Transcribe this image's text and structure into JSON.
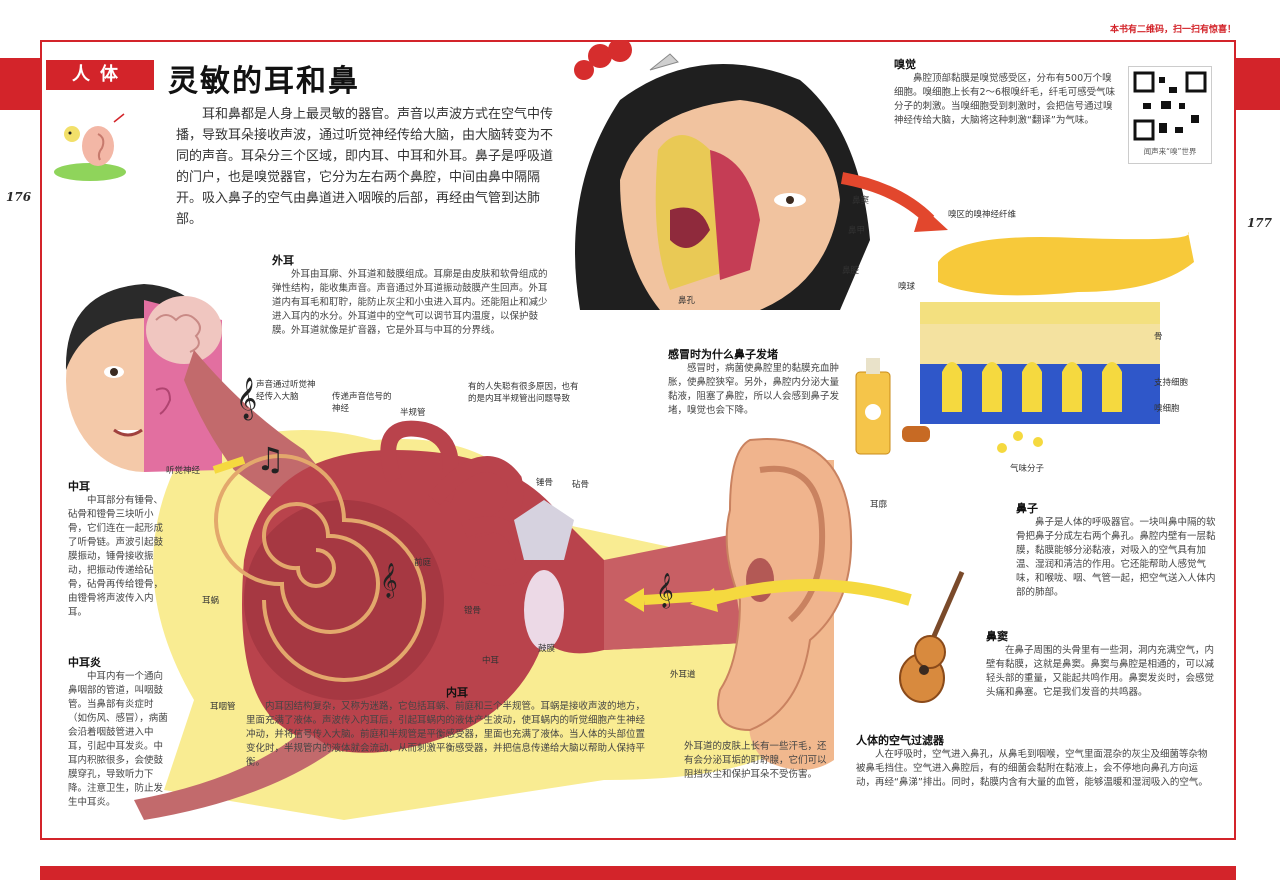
{
  "top_note": "本书有二维码，扫一扫有惊喜！",
  "page_left": "176",
  "page_right": "177",
  "category": "人体",
  "title": "灵敏的耳和鼻",
  "intro": "耳和鼻都是人身上最灵敏的器官。声音以声波方式在空气中传播，导致耳朵接收声波，通过听觉神经传给大脑，由大脑转变为不同的声音。耳朵分三个区域，即内耳、中耳和外耳。鼻子是呼吸道的门户，也是嗅觉器官，它分为左右两个鼻腔，中间由鼻中隔隔开。吸入鼻子的空气由鼻道进入咽喉的后部，再经由气管到达肺部。",
  "qr_caption": "闻声来“嗅”世界",
  "sections": {
    "outer_ear": {
      "heading": "外耳",
      "text": "外耳由耳廓、外耳道和鼓膜组成。耳廓是由皮肤和软骨组成的弹性结构，能收集声音。声音通过外耳道振动鼓膜产生回声。外耳道内有耳毛和耵聍，能防止灰尘和小虫进入耳内。还能阻止和减少进入耳内的水分。外耳道中的空气可以调节耳内温度，以保护鼓膜。外耳道就像是扩音器，它是外耳与中耳的分界线。"
    },
    "middle_ear": {
      "heading": "中耳",
      "text": "中耳部分有锤骨、砧骨和镫骨三块听小骨，它们连在一起形成了听骨链。声波引起鼓膜振动，锤骨接收振动，把振动传递给砧骨，砧骨再传给镫骨，由镫骨将声波传入内耳。"
    },
    "otitis": {
      "heading": "中耳炎",
      "text": "中耳内有一个通向鼻咽部的管道，叫咽鼓管。当鼻部有炎症时（如伤风、感冒），病菌会沿着咽鼓管进入中耳，引起中耳发炎。中耳内积脓很多，会使鼓膜穿孔，导致听力下降。注意卫生，防止发生中耳炎。"
    },
    "inner_ear": {
      "heading": "内耳",
      "text": "内耳因结构复杂，又称为迷路，它包括耳蜗、前庭和三个半规管。耳蜗是接收声波的地方，里面充满了液体。声波传入内耳后，引起耳蜗内的液体产生波动，使耳蜗内的听觉细胞产生神经冲动，并将信号传入大脑。前庭和半规管是平衡感受器，里面也充满了液体。当人体的头部位置变化时，半规管内的液体就会流动，从而刺激平衡感受器，并把信息传递给大脑以帮助人保持平衡。"
    },
    "smell": {
      "heading": "嗅觉",
      "text": "鼻腔顶部黏膜是嗅觉感受区，分布有500万个嗅细胞。嗅细胞上长有2～6根嗅纤毛，纤毛可感受气味分子的刺激。当嗅细胞受到刺激时，会把信号通过嗅神经传给大脑，大脑将这种刺激“翻译”为气味。"
    },
    "nose": {
      "heading": "鼻子",
      "text": "鼻子是人体的呼吸器官。一块叫鼻中隔的软骨把鼻子分成左右两个鼻孔。鼻腔内壁有一层黏膜，黏膜能够分泌黏液，对吸入的空气具有加温、湿润和清洁的作用。它还能帮助人感觉气味，和喉咙、咽、气管一起，把空气送入人体内部的肺部。"
    },
    "sinus": {
      "heading": "鼻窦",
      "text": "在鼻子周围的头骨里有一些洞，洞内充满空气，内壁有黏膜，这就是鼻窦。鼻窦与鼻腔是相通的，可以减轻头部的重量，又能起共鸣作用。鼻窦发炎时，会感觉头痛和鼻塞。它是我们发音的共鸣器。"
    },
    "filter": {
      "heading": "人体的空气过滤器",
      "text": "人在呼吸时，空气进入鼻孔，从鼻毛到咽喉，空气里面混杂的灰尘及细菌等杂物被鼻毛挡住。空气进入鼻腔后，有的细菌会黏附在黏液上，会不停地向鼻孔方向运动，再经“鼻涕”排出。同时，黏膜内含有大量的血管，能够温暖和湿润吸入的空气。"
    },
    "cold": {
      "heading": "感冒时为什么鼻子发堵",
      "text": "感冒时，病菌使鼻腔里的黏膜充血肿胀，使鼻腔狭窄。另外，鼻腔内分泌大量黏液，阻塞了鼻腔，所以人会感到鼻子发堵，嗅觉也会下降。"
    }
  },
  "labels": {
    "sound_to_ear": "声音通过听觉神经传入大脑",
    "nerve_transmit": "传递声音信号的神经",
    "semicircular": "半规管",
    "deaf_note": "有的人失聪有很多原因，也有的是内耳半规管出问题导致",
    "auditory_nerve": "听觉神经",
    "cochlea": "耳蜗",
    "vestibule": "前庭",
    "malleus": "锤骨",
    "incus": "砧骨",
    "stapes": "镫骨",
    "eardrum": "鼓膜",
    "middle": "中耳",
    "outer_canal": "外耳道",
    "pinna": "耳廓",
    "eustachian": "耳咽管",
    "sinus_lbl": "鼻窦",
    "turbinate": "鼻甲",
    "nasal_cavity": "鼻腔",
    "nostril": "鼻孔",
    "olfactory_bulb": "嗅球",
    "nerve_pathway": "嗅区的嗅神经纤维",
    "bone": "骨",
    "support_cell": "支持细胞",
    "olfactory_cell": "嗅细胞",
    "odor_molecule": "气味分子",
    "hair_note": "外耳道的皮肤上长有一些汗毛，还有会分泌耳垢的耵聍腺，它们可以阻挡灰尘和保护耳朵不受伤害。"
  },
  "colors": {
    "accent": "#d3242a",
    "flesh": "#b8434e",
    "yellow": "#f7d84a",
    "blue": "#2f57c9"
  }
}
